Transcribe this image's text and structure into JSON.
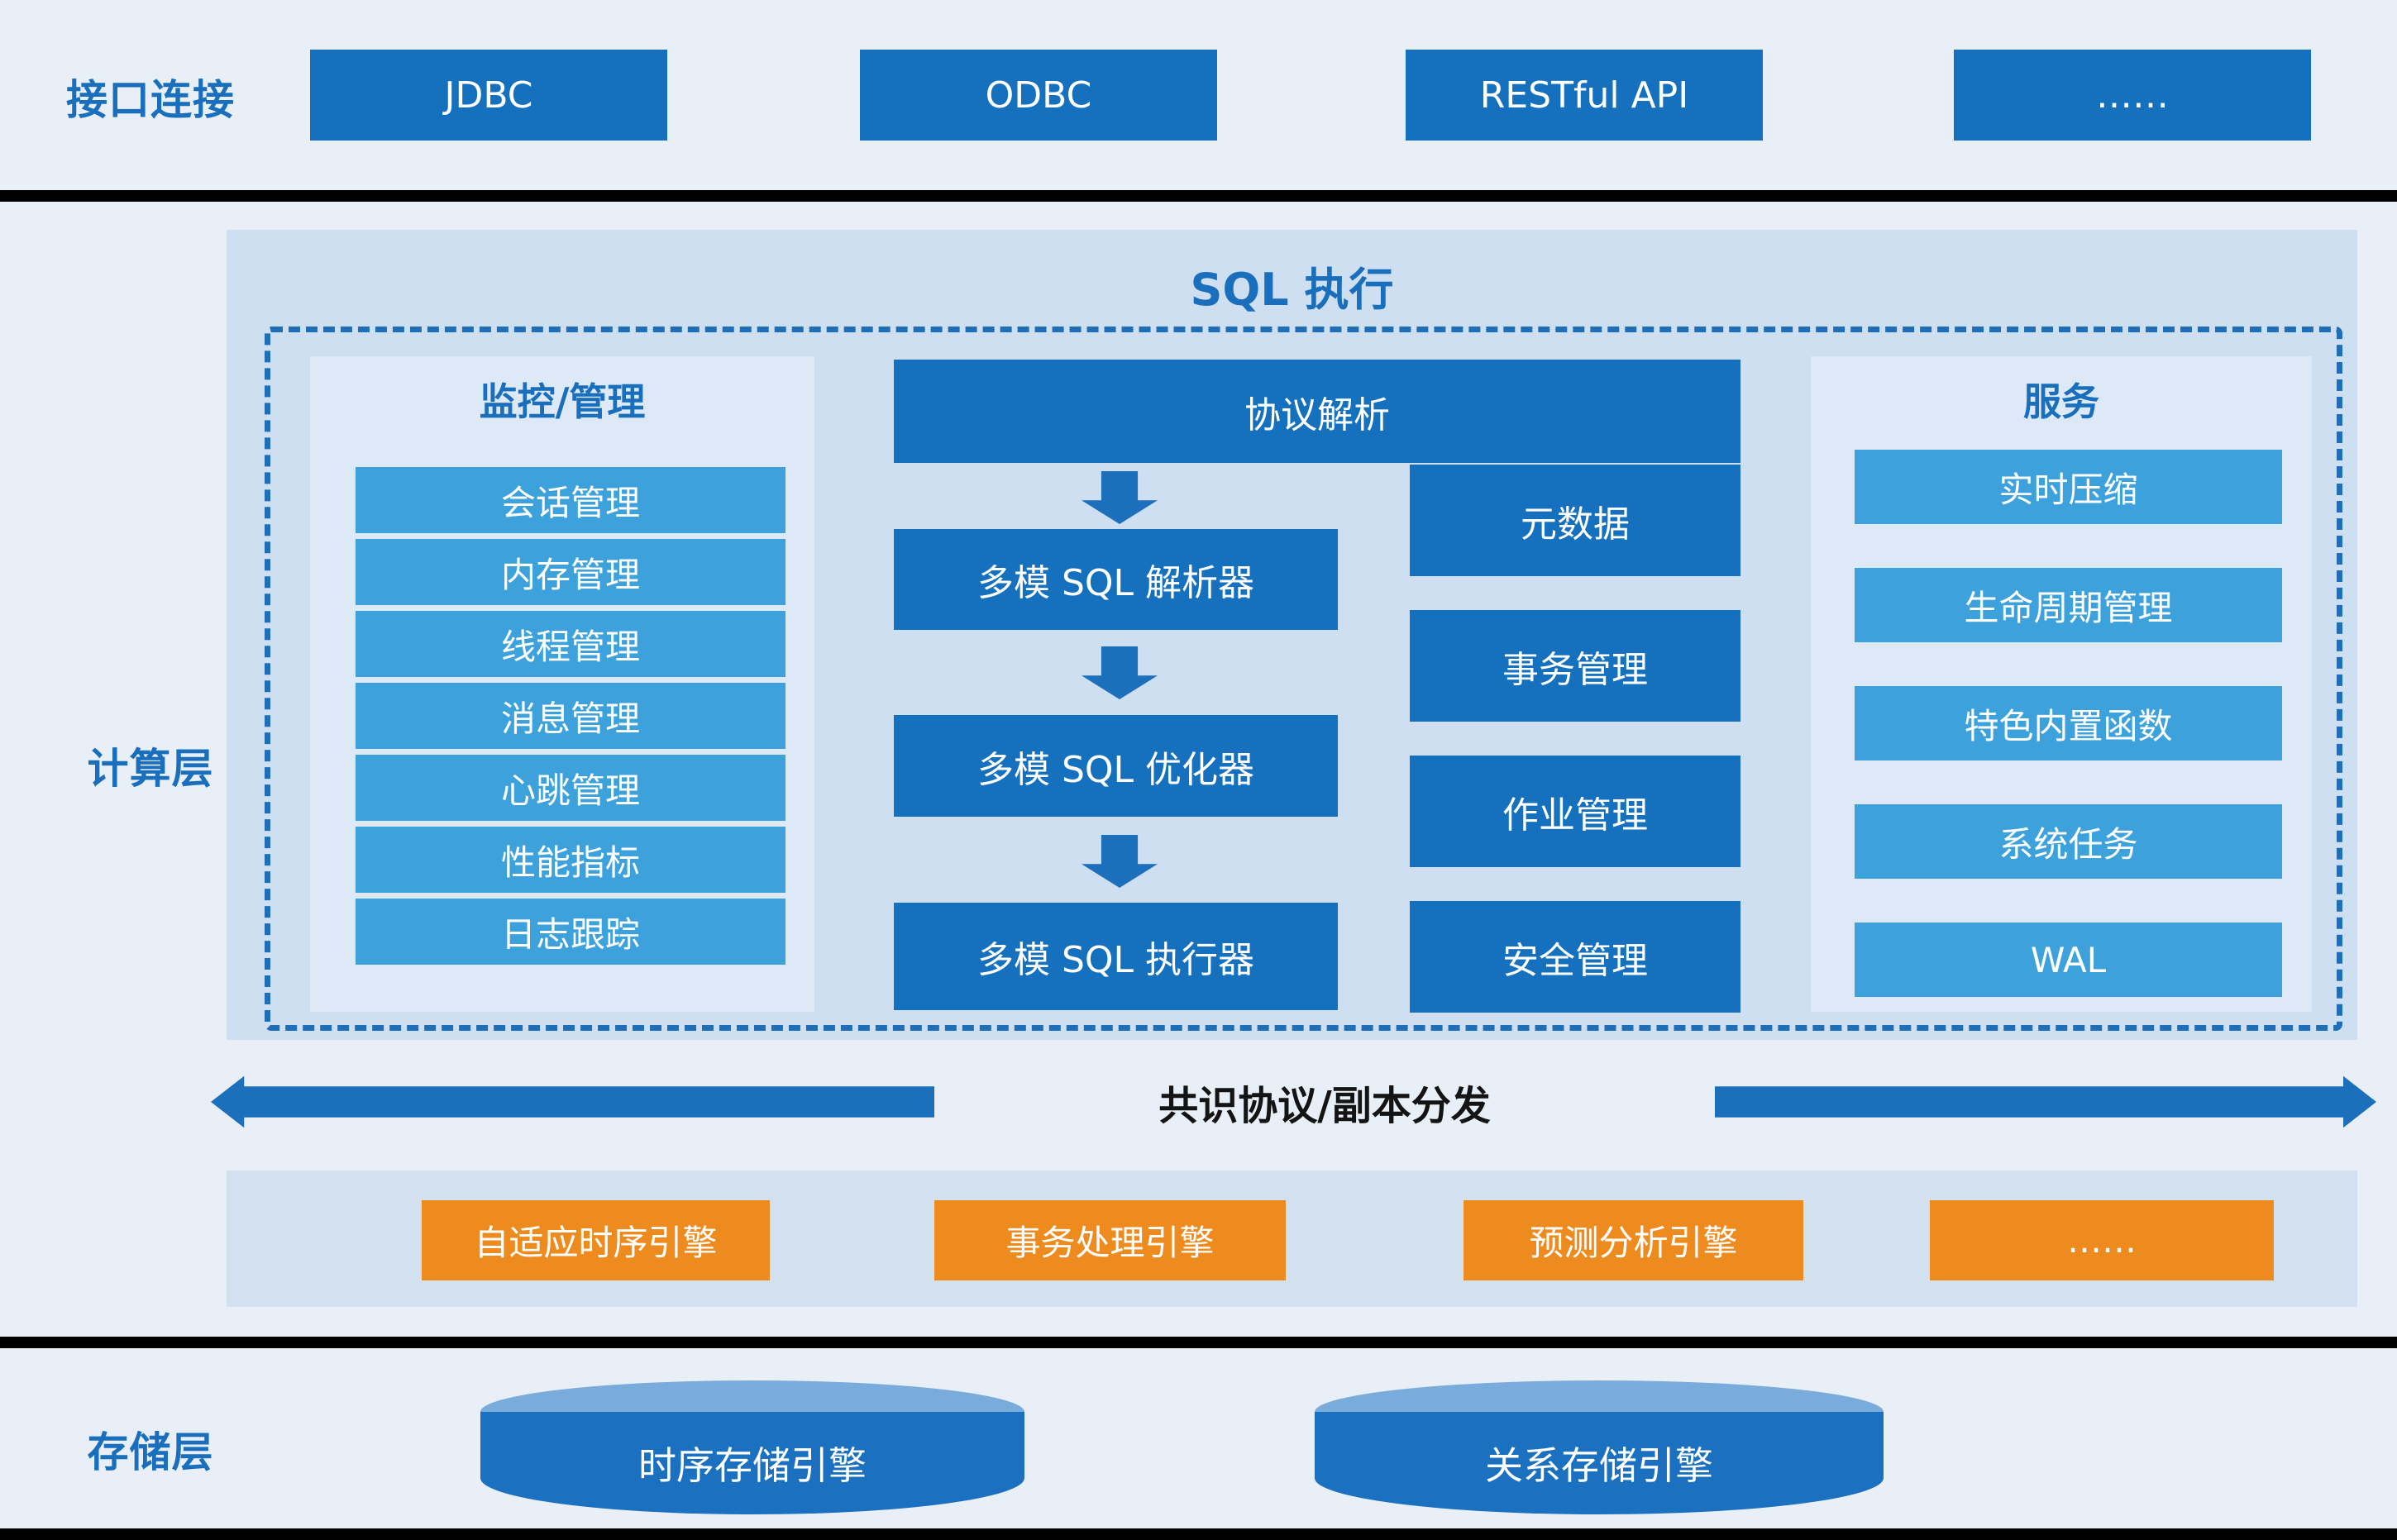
{
  "interface_layer": {
    "label": "接口连接",
    "connectors": [
      "JDBC",
      "ODBC",
      "RESTful API",
      "……"
    ]
  },
  "compute_layer": {
    "label": "计算层",
    "title": "SQL 执行",
    "monitoring": {
      "title": "监控/管理",
      "items": [
        "会话管理",
        "内存管理",
        "线程管理",
        "消息管理",
        "心跳管理",
        "性能指标",
        "日志跟踪"
      ]
    },
    "pipeline": {
      "entry": "协议解析",
      "stages": [
        "多模 SQL 解析器",
        "多模 SQL 优化器",
        "多模 SQL 执行器"
      ]
    },
    "management": {
      "items": [
        "元数据",
        "事务管理",
        "作业管理",
        "安全管理"
      ]
    },
    "services": {
      "title": "服务",
      "items": [
        "实时压缩",
        "生命周期管理",
        "特色内置函数",
        "系统任务",
        "WAL"
      ]
    },
    "consensus": {
      "label": "共识协议/副本分发"
    },
    "engines": {
      "items": [
        "自适应时序引擎",
        "事务处理引擎",
        "预测分析引擎",
        "……"
      ]
    }
  },
  "storage_layer": {
    "label": "存储层",
    "engines": [
      "时序存储引擎",
      "关系存储引擎"
    ]
  },
  "colors": {
    "dark_blue": "#1570bd",
    "light_blue": "#3da2dc",
    "orange": "#ee8b1e",
    "panel_blue": "#cfdff2",
    "sub_panel_blue": "#dde9f7",
    "accent_text_blue": "#1a6fbc",
    "page_background": "#e9eff7"
  }
}
